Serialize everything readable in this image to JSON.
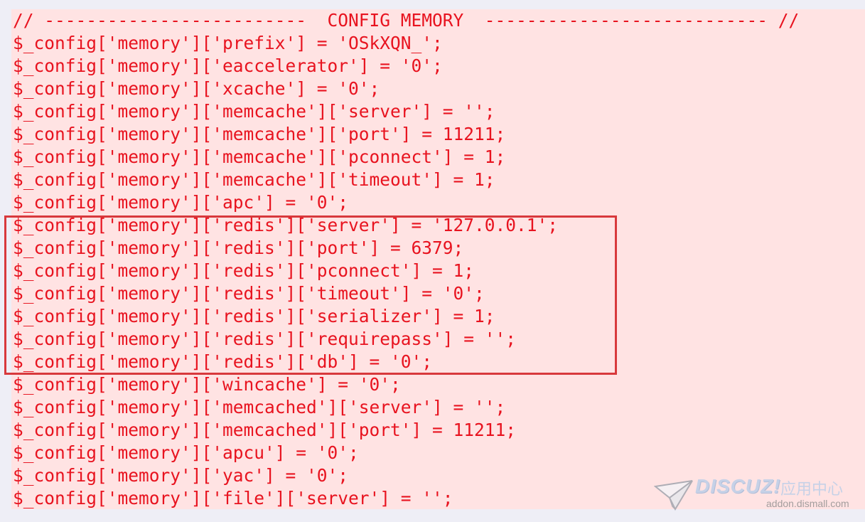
{
  "code": {
    "lines": [
      "// -------------------------  CONFIG MEMORY  --------------------------- //",
      "$_config['memory']['prefix'] = 'OSkXQN_';",
      "$_config['memory']['eaccelerator'] = '0';",
      "$_config['memory']['xcache'] = '0';",
      "$_config['memory']['memcache']['server'] = '';",
      "$_config['memory']['memcache']['port'] = 11211;",
      "$_config['memory']['memcache']['pconnect'] = 1;",
      "$_config['memory']['memcache']['timeout'] = 1;",
      "$_config['memory']['apc'] = '0';",
      "$_config['memory']['redis']['server'] = '127.0.0.1';",
      "$_config['memory']['redis']['port'] = 6379;",
      "$_config['memory']['redis']['pconnect'] = 1;",
      "$_config['memory']['redis']['timeout'] = '0';",
      "$_config['memory']['redis']['serializer'] = 1;",
      "$_config['memory']['redis']['requirepass'] = '';",
      "$_config['memory']['redis']['db'] = '0';",
      "$_config['memory']['wincache'] = '0';",
      "$_config['memory']['memcached']['server'] = '';",
      "$_config['memory']['memcached']['port'] = 11211;",
      "$_config['memory']['apcu'] = '0';",
      "$_config['memory']['yac'] = '0';",
      "$_config['memory']['file']['server'] = '';"
    ]
  },
  "colors": {
    "code_text": "#e8131f",
    "panel_background": "#ffe3e3",
    "highlight_border": "#d8393c"
  },
  "watermark": {
    "brand": "DISCUZ!",
    "brand_sub": "应用中心",
    "site": "addon.dismall.com",
    "icon": "paper-plane-icon"
  }
}
